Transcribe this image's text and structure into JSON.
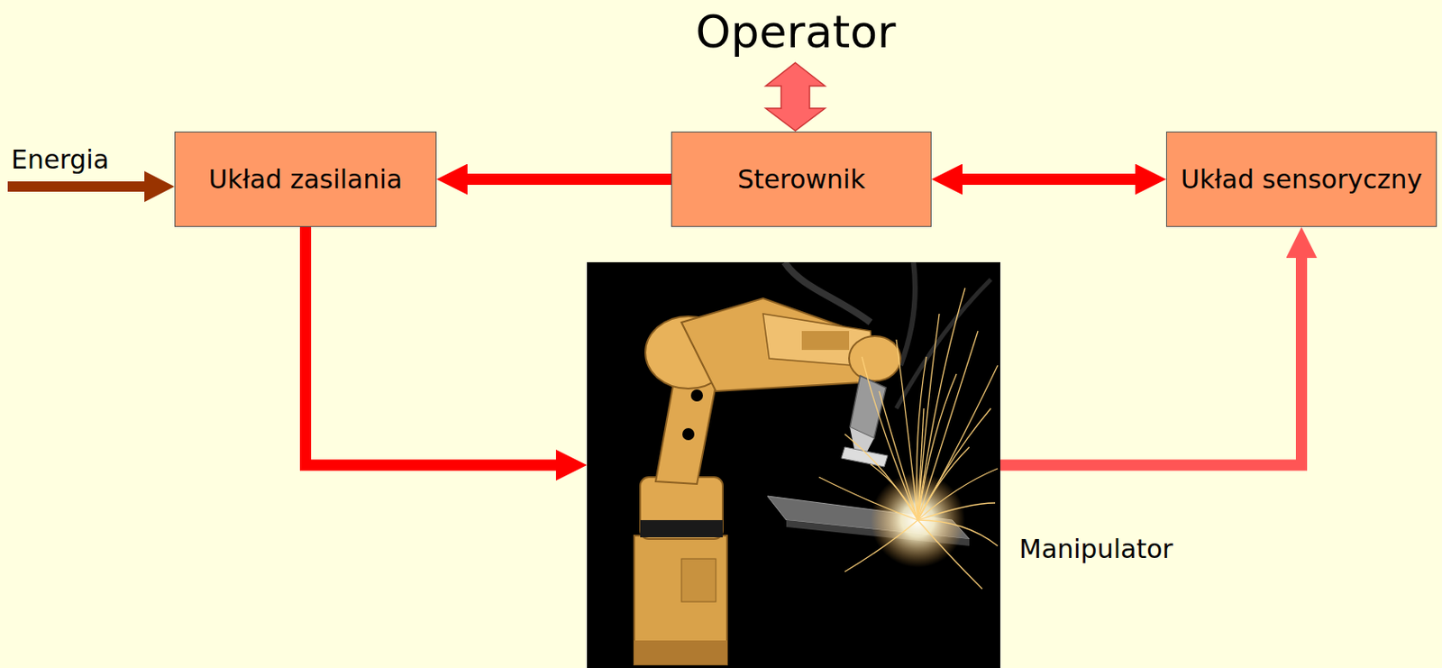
{
  "diagram": {
    "nodes": [
      {
        "text": [
          "Układ zasilania"
        ]
      },
      {
        "text": [
          "Sterownik"
        ]
      },
      {
        "text": [
          "Układ sensoryczny"
        ]
      },
      {
        "text": [
          "Manipulator"
        ]
      }
    ],
    "edges": [
      {
        "from": 1,
        "to": 0,
        "arrow": "to"
      },
      {
        "from": 1,
        "to": 2,
        "arrow": "both"
      },
      {
        "from": 0,
        "to": 3,
        "arrow": "to"
      },
      {
        "from": 3,
        "to": 2,
        "arrow": "to"
      }
    ],
    "labels": [
      "Operator",
      "Energia"
    ]
  }
}
